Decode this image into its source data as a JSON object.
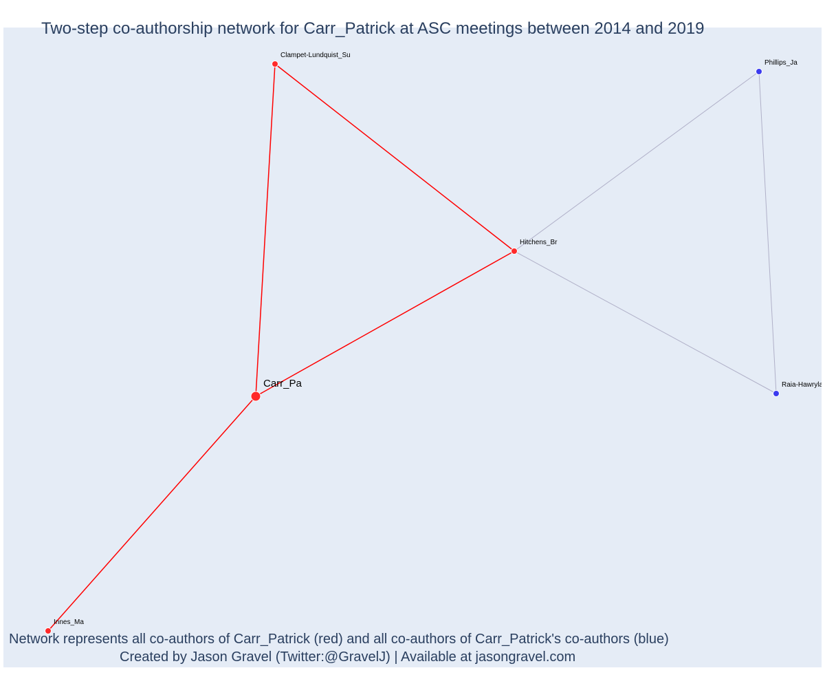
{
  "title": "Two-step co-authorship network for Carr_Patrick at ASC meetings between 2014 and 2019",
  "caption": {
    "line1": "Network represents all co-authors of Carr_Patrick (red) and all co-authors of Carr_Patrick's co-authors (blue)",
    "line2": "Created by Jason Gravel (Twitter:@GravelJ) | Available at jasongravel.com"
  },
  "colors": {
    "plot_background": "#e5ecf6",
    "coauthor": "#ff2a2a",
    "second_step": "#3b3bef",
    "primary_edge": "#ff0000",
    "secondary_edge": "#b0b0c8",
    "text": "#2a3f5f"
  },
  "nodes": [
    {
      "id": "carr",
      "label": "Carr_Pa",
      "group": "coauthor",
      "focal": true
    },
    {
      "id": "clampet",
      "label": "Clampet-Lundquist_Su",
      "group": "coauthor",
      "focal": false
    },
    {
      "id": "hitchens",
      "label": "Hitchens_Br",
      "group": "coauthor",
      "focal": false
    },
    {
      "id": "innes",
      "label": "Innes_Ma",
      "group": "coauthor",
      "focal": false
    },
    {
      "id": "phillips",
      "label": "Phillips_Ja",
      "group": "second_step",
      "focal": false
    },
    {
      "id": "raia",
      "label": "Raia-Hawrylak_Am",
      "group": "second_step",
      "focal": false
    }
  ],
  "edges": [
    {
      "source": "carr",
      "target": "clampet",
      "kind": "primary"
    },
    {
      "source": "carr",
      "target": "hitchens",
      "kind": "primary"
    },
    {
      "source": "carr",
      "target": "innes",
      "kind": "primary"
    },
    {
      "source": "clampet",
      "target": "hitchens",
      "kind": "primary"
    },
    {
      "source": "hitchens",
      "target": "phillips",
      "kind": "secondary"
    },
    {
      "source": "hitchens",
      "target": "raia",
      "kind": "secondary"
    },
    {
      "source": "phillips",
      "target": "raia",
      "kind": "secondary"
    }
  ]
}
